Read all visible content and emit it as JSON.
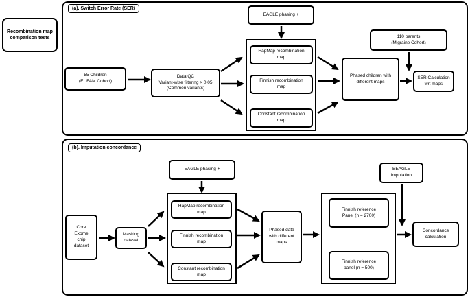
{
  "sidebar": {
    "title": "Recombination map\ncomparison tests"
  },
  "ser": {
    "title": "(a). Switch Error Rate (SER)",
    "eagle": "EAGLE phasing +",
    "children": "55 Children\n(EUFAM Cohort)",
    "qc": "Data QC\nVariant-wise filtering > 0.05\n(Common variants)",
    "maps": [
      "HapMap recombination\nmap",
      "Finnish recombination\nmap",
      "Constant recombination\nmap"
    ],
    "phased": "Phased children with\ndifferent maps",
    "parents": "110 parents\n(Migraine Cohort)",
    "ser_calc": "SER Calculation\nwrt maps"
  },
  "imp": {
    "title": "(b). Imputation concordance",
    "eagle": "EAGLE phasing +",
    "core": "Core\nExome\nchip\ndataset",
    "masking": "Masking\ndataset",
    "maps": [
      "HapMap recombination\nmap",
      "Finnish recombination\nmap",
      "Constant recombination\nmap"
    ],
    "phased": "Phased data\nwith different\nmaps",
    "panels": [
      "Finnish reference\nPanel (n = 2700)",
      "Finnish reference\npanel (n = 500)"
    ],
    "beagle": "BEAGLE\nimputation",
    "concordance": "Concordance\ncalculation"
  }
}
